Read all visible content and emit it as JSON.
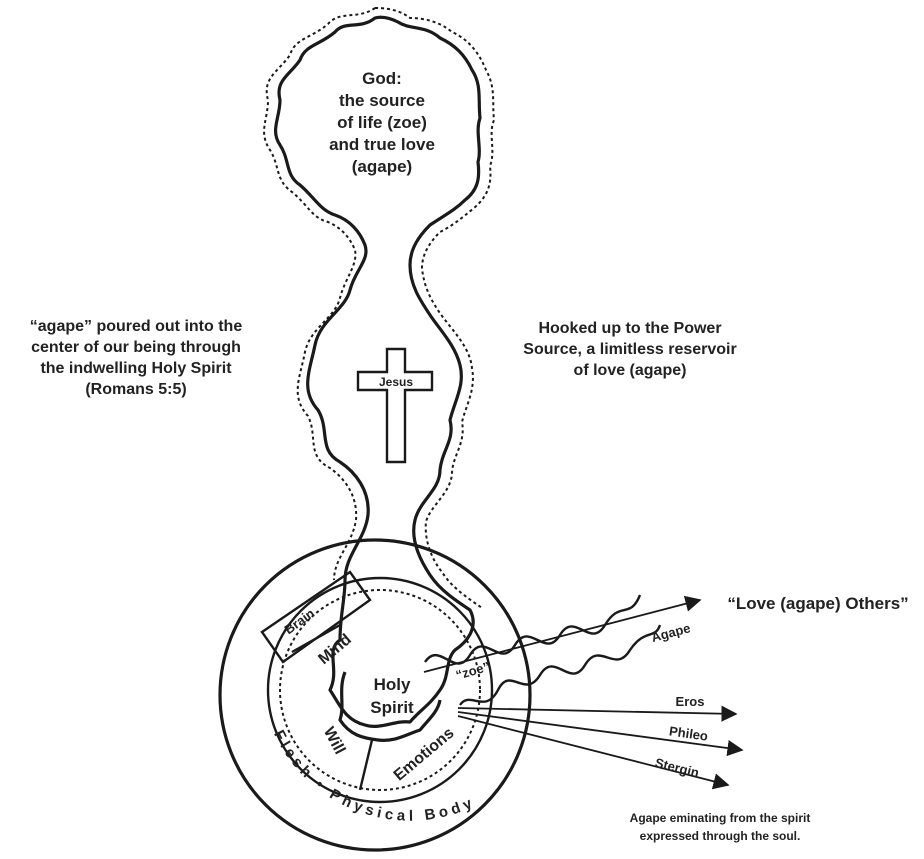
{
  "god_text": [
    "God:",
    "the source",
    "of life (zoe)",
    "and true love",
    "(agape)"
  ],
  "cross_label": "Jesus",
  "left_note": [
    "“agape” poured out into the",
    "center of our being through",
    "the indwelling Holy Spirit",
    "(Romans 5:5)"
  ],
  "right_note": [
    "Hooked up to the Power",
    "Source, a limitless reservoir",
    "of love (agape)"
  ],
  "holy_spirit": [
    "Holy",
    "Spirit"
  ],
  "zoe_label": "“zoe”",
  "soul_parts": {
    "brain": "Brain",
    "mind": "Mind",
    "will": "Will",
    "emotions": "Emotions"
  },
  "ring_text": "Flesh • Physical Body",
  "love_others": "“Love (agape) Others”",
  "agape_label": "Agape",
  "loves": [
    "Eros",
    "Phileo",
    "Stergin"
  ],
  "footer_note": [
    "Agape eminating from the spirit",
    "expressed through the soul."
  ]
}
